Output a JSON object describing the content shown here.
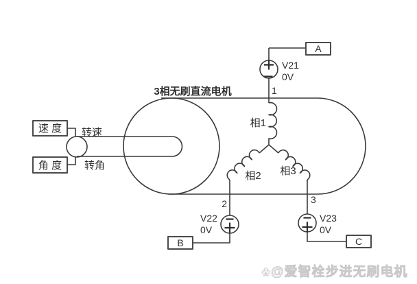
{
  "title": "3相无刷直流电机",
  "colors": {
    "line": "#3a3a3a",
    "box_border": "#4a4a4a",
    "background": "#ffffff",
    "watermark": "#c9c9c9"
  },
  "inputs": {
    "speed_box_label": "速 度",
    "angle_box_label": "角 度",
    "speed_signal_label": "转速",
    "angle_signal_label": "转角"
  },
  "phases": {
    "phase1_label": "相1",
    "phase2_label": "相2",
    "phase3_label": "相3"
  },
  "nodes": {
    "node1": "1",
    "node2": "2",
    "node3": "3"
  },
  "sources": {
    "v21": {
      "name": "V21",
      "value": "0V",
      "terminal": "A",
      "polarity": "plus-top"
    },
    "v22": {
      "name": "V22",
      "value": "0V",
      "terminal": "B",
      "polarity": "minus-top"
    },
    "v23": {
      "name": "V23",
      "value": "0V",
      "terminal": "C",
      "polarity": "minus-top"
    }
  },
  "watermark": "♣@爱智栓步进无刷电机"
}
